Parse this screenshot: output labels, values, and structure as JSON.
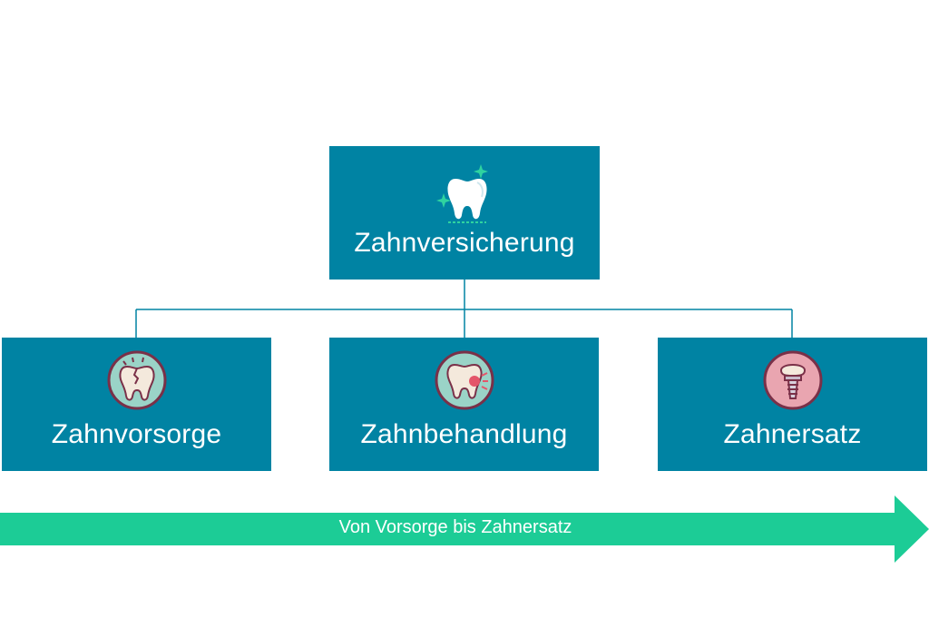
{
  "root": {
    "label": "Zahnversicherung",
    "icon": "sparkling-tooth-icon"
  },
  "children": [
    {
      "label": "Zahnvorsorge",
      "icon": "cracked-tooth-icon"
    },
    {
      "label": "Zahnbehandlung",
      "icon": "aching-tooth-icon"
    },
    {
      "label": "Zahnersatz",
      "icon": "dental-implant-icon"
    }
  ],
  "arrow": {
    "label": "Von Vorsorge bis Zahnersatz"
  },
  "colors": {
    "box": "#0083a3",
    "connector": "#0083a3",
    "arrow": "#1ccc96",
    "icon_circle_green": "#9ad3c7",
    "icon_circle_pink": "#e9a5b0",
    "icon_outline": "#7a3048"
  }
}
